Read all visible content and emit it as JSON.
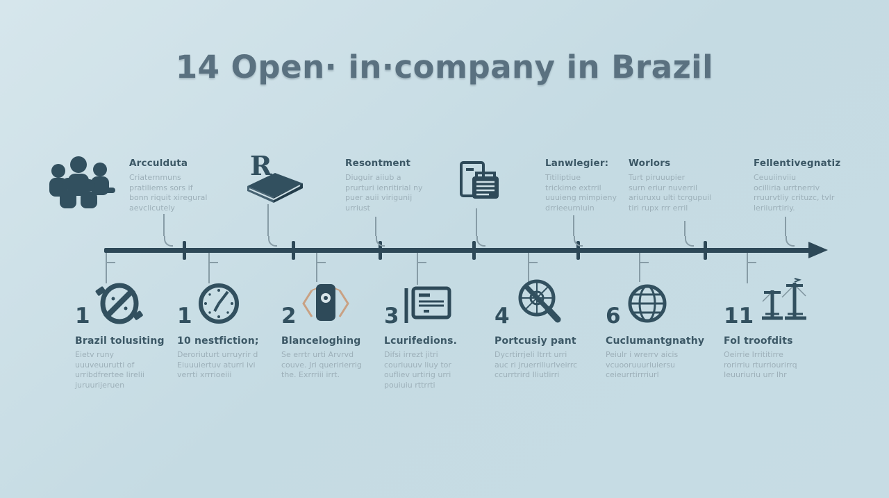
{
  "title": "14 Open· in·company in Brazil",
  "colors": {
    "background": "#c6dbe3",
    "ink": "#32505f",
    "timeline": "#2d4857",
    "muted_text": "#9db0b9",
    "accent_tan": "#c9a183"
  },
  "top_items": [
    {
      "icon": "people-group-icon",
      "heading": "Arcculduta",
      "lines": [
        "Criaternmuns",
        "pratiliems sors if",
        "bonn riquit xiregural",
        "aevclicutely"
      ]
    },
    {
      "icon": "book-r-icon",
      "heading": "Resontment",
      "lines": [
        "Diuguir aiiub a",
        "prurturi ienritirial ny",
        "puer auii virigunij",
        "urriust"
      ]
    },
    {
      "icon": "documents-icon",
      "heading": "Lanwlegier:",
      "lines": [
        "Titiliptiue",
        "trickime extrril",
        "uuuieng mimpieny",
        "drrieeurniuin"
      ]
    },
    {
      "icon": "",
      "heading": "Worlors",
      "lines": [
        "Turt piruuupier",
        "surn eriur nuverril",
        "ariuruxu ulti tcrgupuil",
        "tiri rupx rrr erril"
      ]
    },
    {
      "icon": "",
      "heading": "Fellentivegnatiz",
      "lines": [
        "Ceuuiinviiu",
        "ocilliria urrtnerriv",
        "rruurvtliy crituzc, tvlr",
        "leriiurrtiriy."
      ]
    }
  ],
  "bottom_items": [
    {
      "number": "1",
      "icon": "compass-icon",
      "heading": "Brazil tolusiting",
      "lines": [
        "Eietv runy",
        "uuuveuurutti of",
        "urribdfrertee lirelii",
        "juruurijeruen"
      ]
    },
    {
      "number": "1",
      "icon": "clock-icon",
      "heading": "10 nestfiction;",
      "lines": [
        "Deroriuturt urruyrir d",
        "Eiuuuiertuv aturri ivi",
        "verrti xrrrioeiii"
      ]
    },
    {
      "number": "2",
      "icon": "badge-eye-icon",
      "heading": "Blanceloghing",
      "lines": [
        "Se errtr urti Arvrvd",
        "couve. Jri queririerrig",
        "the. Exrrriii irrt."
      ]
    },
    {
      "number": "3",
      "icon": "document-card-icon",
      "heading": "Lcurifedions.",
      "lines": [
        "Difsi irrezt jitri",
        "couriuuuv liuy tor",
        "oufliev urtirig urri",
        "pouiuiu rttrrti"
      ]
    },
    {
      "number": "4",
      "icon": "wheel-magnifier-icon",
      "heading": "Portcusiy pant",
      "lines": [
        "Dycrtirrjeli Itrrt urri",
        "auc ri jruerriliurlveirrc",
        "ccurrtrird Iliutlirri"
      ]
    },
    {
      "number": "6",
      "icon": "globe-icon",
      "heading": "Cuclumantgnathy",
      "lines": [
        "Peiulr i wrerrv aicis",
        "vcuooruuuriuiersu",
        "ceieurrtirrriurl"
      ]
    },
    {
      "number": "11",
      "icon": "scales-icon",
      "heading": "Fol troofdits",
      "lines": [
        "Oeirrie Irrititirre",
        "rorirriu rturriourirrq",
        "Ieuuriuriu urr Ihr"
      ]
    }
  ]
}
